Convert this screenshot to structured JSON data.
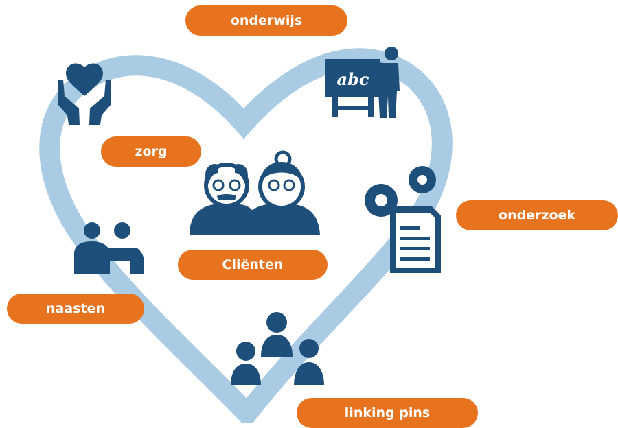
{
  "colors": {
    "heart": "#a9cbe3",
    "icon": "#1d4f7a",
    "pill": "#e8731f",
    "board": "#1d4f7a",
    "board_text": "#ffffff"
  },
  "heart": {
    "icon": "heart-outline"
  },
  "center": {
    "icon": "elderly-couple-icon",
    "label": "Cliënten"
  },
  "nodes": [
    {
      "id": "onderwijs",
      "label": "onderwijs",
      "icon": "teacher-blackboard-icon",
      "board_text": "abc"
    },
    {
      "id": "zorg",
      "label": "zorg",
      "icon": "hands-heart-icon"
    },
    {
      "id": "onderzoek",
      "label": "onderzoek",
      "icon": "gears-document-icon"
    },
    {
      "id": "naasten",
      "label": "naasten",
      "icon": "two-people-embrace-icon"
    },
    {
      "id": "linking-pins",
      "label": "linking pins",
      "icon": "group-three-people-icon"
    }
  ]
}
